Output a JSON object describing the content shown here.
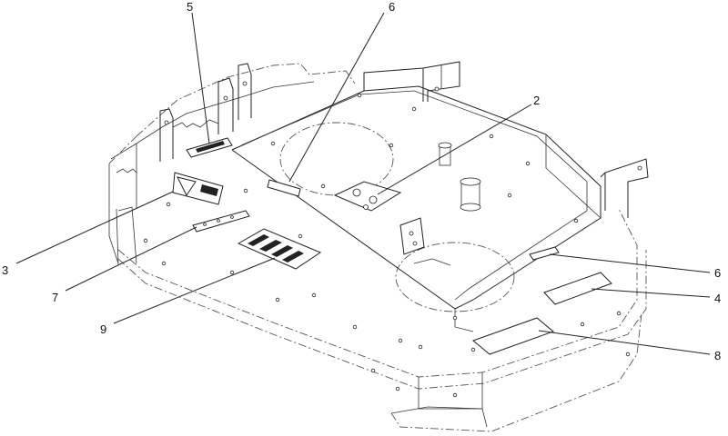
{
  "callouts": [
    {
      "label": "5"
    },
    {
      "label": "6"
    },
    {
      "label": "2"
    },
    {
      "label": "3"
    },
    {
      "label": "6"
    },
    {
      "label": "4"
    },
    {
      "label": "7"
    },
    {
      "label": "9"
    },
    {
      "label": "8"
    }
  ]
}
